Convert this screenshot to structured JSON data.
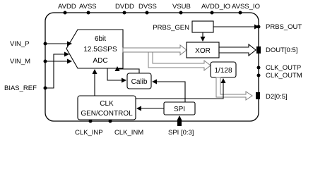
{
  "top_pins": [
    "AVDD",
    "AVSS",
    "DVDD",
    "DVSS",
    "VSUB",
    "AVDD_IO",
    "AVSS_IO"
  ],
  "left_pins": [
    "VIN_P",
    "VIN_M",
    "BIAS_REF"
  ],
  "right_pins": [
    "PRBS_OUT",
    "DOUT[0:5]",
    "CLK_OUTP",
    "CLK_OUTM",
    "D2[0:5]"
  ],
  "bottom_pins": [
    "CLK_INP",
    "CLK_INM",
    "SPI [0:3]"
  ],
  "blocks": {
    "adc": [
      "6bit",
      "12.5GSPS",
      "ADC"
    ],
    "prbs_gen": "PRBS_GEN",
    "xor": "XOR",
    "divider": "1/128",
    "calib": "Calib",
    "clk": [
      "CLK",
      "GEN/CONTROL"
    ],
    "spi": "SPI"
  },
  "colors": {
    "stroke": "#000000",
    "bus_outline": "#7f7f7f",
    "background": "#ffffff"
  }
}
